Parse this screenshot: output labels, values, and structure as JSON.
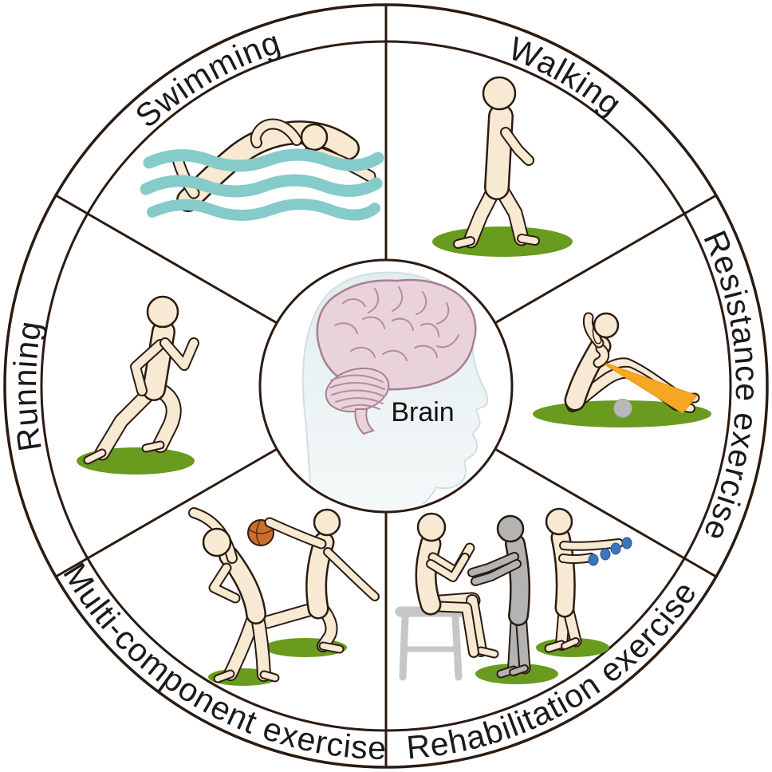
{
  "center": {
    "label": "Brain"
  },
  "sectors": [
    {
      "label": "Swimming",
      "position": "top-left",
      "icon": "swimmer-in-waves"
    },
    {
      "label": "Walking",
      "position": "top-right",
      "icon": "walking-person-on-grass"
    },
    {
      "label": "Resistance exercise",
      "position": "right",
      "icon": "seated-person-with-resistance-band"
    },
    {
      "label": "Rehabilitation exercise",
      "position": "bottom-right",
      "icon": "patient-therapist-and-dumbbell-training"
    },
    {
      "label": "Multi-component exercise",
      "position": "bottom-left",
      "icon": "stretching-person-and-basketball-player"
    },
    {
      "label": "Running",
      "position": "left",
      "icon": "runner-on-grass"
    }
  ],
  "colors": {
    "outline": "#2b1b11",
    "skin": "#f8e9d3",
    "water_teal": "#85cbca",
    "grass_green": "#689b1e",
    "band_orange": "#f7a722",
    "basketball_orange": "#ca6f2e",
    "dumbbell_blue": "#3b76ba",
    "caregiver_gray": "#b3b3b3",
    "stool_gray": "#c6c6c6",
    "exercise_ball_gray": "#b9b9b9",
    "brain_pink": "#ead2db",
    "brain_line_pink": "#b28ca0",
    "head_profile_blue_gray": "#e7eff0"
  }
}
